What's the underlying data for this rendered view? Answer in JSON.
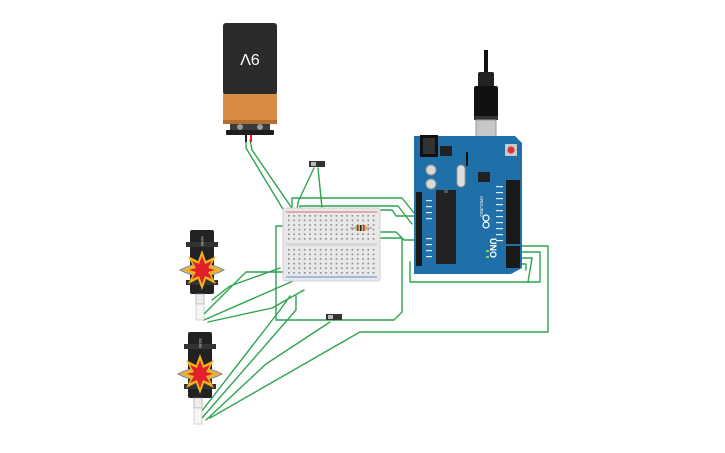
{
  "battery": {
    "label": "9V"
  },
  "arduino": {
    "model_label": "UNO",
    "brand_label": "ARDUINO"
  },
  "servos": [
    {
      "model_label": "SG90"
    },
    {
      "model_label": "SG90"
    }
  ],
  "colors": {
    "wire": "#2ea44f",
    "arduino_board": "#1f6fa8",
    "breadboard": "#e8e8e8",
    "battery_top": "#2b2b2b",
    "battery_bottom": "#d78b45",
    "servo_body": "#222222",
    "burst_outer": "#f2b21a",
    "burst_inner": "#e0202a"
  },
  "icons": {
    "usb": "usb-cable-icon",
    "burst": "explosion-warning-icon",
    "switch": "slide-switch-icon",
    "resistor": "resistor-icon"
  }
}
